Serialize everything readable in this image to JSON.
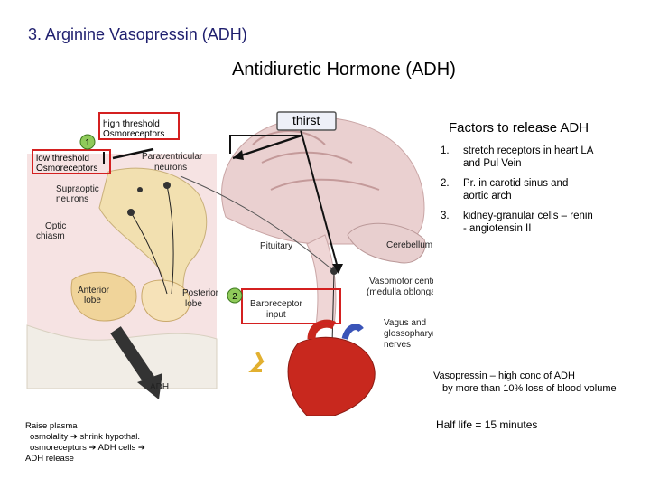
{
  "slide_title": "3. Arginine Vasopressin (ADH)",
  "heading": "Antidiuretic Hormone (ADH)",
  "figure": {
    "thirst": "thirst",
    "high_threshold_1": "high threshold",
    "high_threshold_2": "Osmoreceptors",
    "low_threshold_1": "low threshold",
    "low_threshold_2": "Osmoreceptors",
    "marker_1": "1",
    "marker_2": "2",
    "paraventricular_1": "Paraventricular",
    "paraventricular_2": "neurons",
    "supraoptic_1": "Supraoptic",
    "supraoptic_2": "neurons",
    "optic_1": "Optic",
    "optic_2": "chiasm",
    "pituitary": "Pituitary",
    "cerebellum": "Cerebellum",
    "vasomotor_1": "Vasomotor center",
    "vasomotor_2": "(medulla oblongata)",
    "anterior_1": "Anterior",
    "anterior_2": "lobe",
    "posterior_1": "Posterior",
    "posterior_2": "lobe",
    "baroreceptor_1": "Baroreceptor",
    "baroreceptor_2": "input",
    "vagus_1": "Vagus and",
    "vagus_2": "glossopharyngeal",
    "vagus_3": "nerves",
    "adh": "ADH"
  },
  "factors": {
    "heading": "Factors to release ADH",
    "items": [
      {
        "num": "1.",
        "line1": "stretch receptors in heart LA",
        "line2": "and Pul Vein"
      },
      {
        "num": "2.",
        "line1": "Pr. in carotid sinus and",
        "line2": "aortic arch"
      },
      {
        "num": "3.",
        "line1": "kidney-granular cells – renin",
        "line2": "- angiotensin II"
      }
    ]
  },
  "vasopressin_note": {
    "line1": "Vasopressin – high conc of ADH",
    "line2": "by more than 10% loss of blood volume"
  },
  "half_life": "Half life = 15 minutes",
  "raise_note": {
    "line1": "Raise plasma",
    "line2a": "osmolality",
    "arrow": "➔",
    "line2b": "shrink hypothal.",
    "line3a": "osmoreceptors",
    "line3b": "ADH cells",
    "line4": "ADH release"
  },
  "colors": {
    "title": "#1f1f6e",
    "highlight_box": "#d42020",
    "marker_fill": "#8fca5a",
    "heart": "#c8281e",
    "brain": "#e6c3c3",
    "pituitary": "#f0dda8"
  }
}
